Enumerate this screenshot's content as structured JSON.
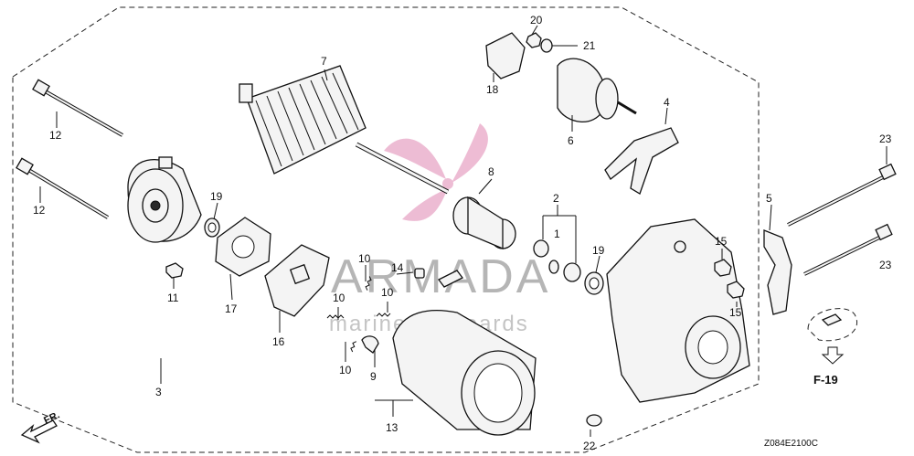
{
  "diagram": {
    "callouts": [
      "1",
      "2",
      "3",
      "4",
      "5",
      "6",
      "7",
      "8",
      "9",
      "10",
      "11",
      "12",
      "13",
      "14",
      "15",
      "16",
      "17",
      "18",
      "19",
      "20",
      "21",
      "22",
      "23"
    ],
    "watermark_brand": "ARMADA",
    "watermark_tagline": "marine outboards",
    "reference_label": "F-19",
    "direction_label": "FR.",
    "drawing_code": "Z084E2100C",
    "colors": {
      "logo_pink": "#e8a6c6",
      "line": "#111111"
    }
  }
}
